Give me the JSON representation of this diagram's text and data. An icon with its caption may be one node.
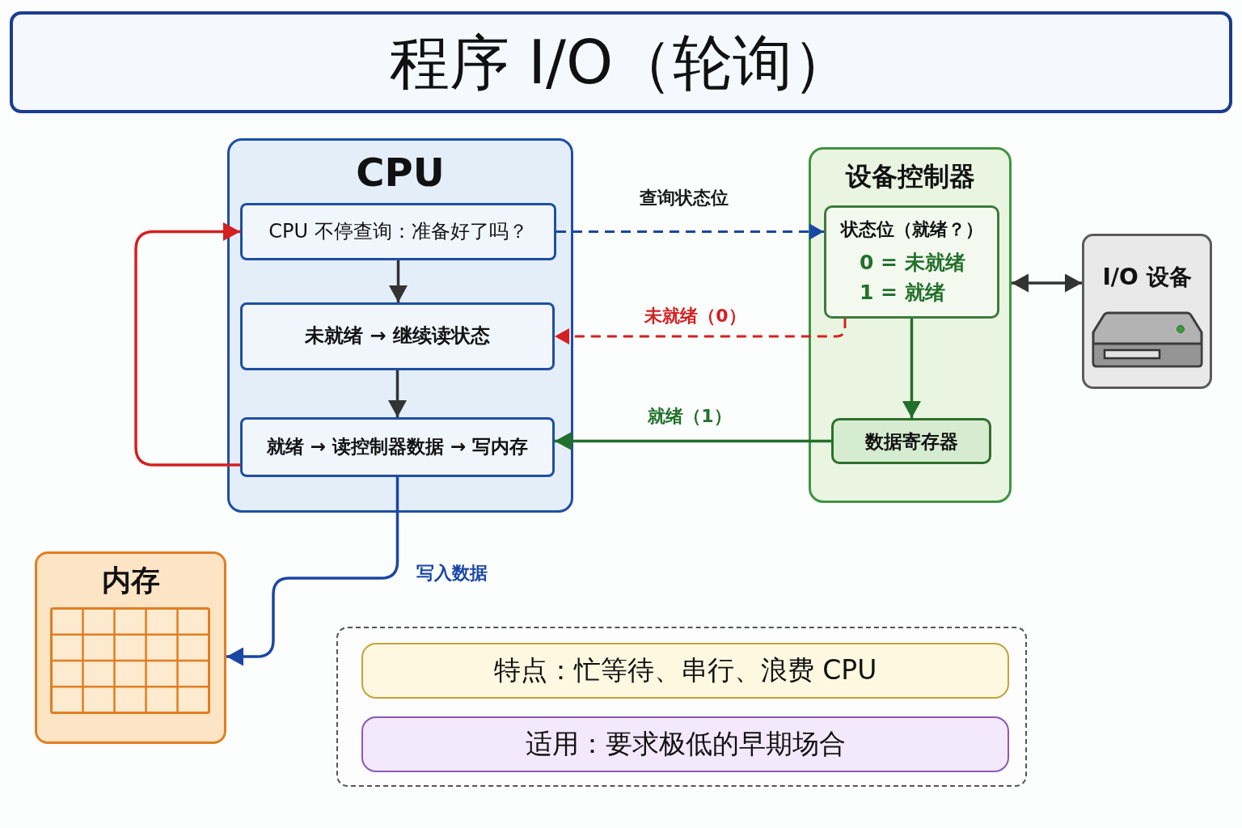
{
  "diagram": {
    "title": "程序 I/O（轮询）",
    "nodes": [
      {
        "text": [
          "CPU"
        ]
      },
      {
        "text": [
          "CPU 不停查询：准备好了吗？"
        ],
        "in": 0
      },
      {
        "text": [
          "未就绪 → 继续读状态"
        ],
        "in": 0
      },
      {
        "text": [
          "就绪 → 读控制器数据 → 写内存"
        ],
        "in": 0
      },
      {
        "text": [
          "设备控制器"
        ]
      },
      {
        "text": [
          "状态位（就绪？）",
          "0 = 未就绪",
          "1 = 就绪"
        ],
        "in": 4
      },
      {
        "text": [
          "数据寄存器"
        ],
        "in": 4
      },
      {
        "text": [
          "I/O 设备"
        ]
      },
      {
        "text": [
          "内存"
        ]
      },
      {
        "text": [],
        "shape": "box"
      },
      {
        "text": [
          "特点：忙等待、串行、浪费 CPU"
        ],
        "in": 9
      },
      {
        "text": [
          "适用：要求极低的早期场合"
        ],
        "in": 9
      }
    ],
    "edges": [
      {
        "from": 1,
        "to": 2,
        "arrow": "to"
      },
      {
        "from": 2,
        "to": 3,
        "arrow": "to"
      },
      {
        "from": 3,
        "to": 1,
        "arrow": "to",
        "color": "#d42020"
      },
      {
        "from": 1,
        "to": 5,
        "arrow": "to",
        "label": "查询状态位",
        "style": "dashed",
        "color": "#1a47a3"
      },
      {
        "from": 5,
        "to": 2,
        "arrow": "to",
        "label": "未就绪（0）",
        "style": "dashed",
        "color": "#d42020"
      },
      {
        "from": 5,
        "to": 6,
        "arrow": "to",
        "color": "#21702a"
      },
      {
        "from": 6,
        "to": 3,
        "arrow": "to",
        "label": "就绪（1）",
        "color": "#21702a"
      },
      {
        "from": 4,
        "to": 7,
        "arrow": "both"
      },
      {
        "from": 3,
        "to": 8,
        "arrow": "to",
        "label": "写入数据",
        "color": "#1a47a3"
      }
    ]
  }
}
